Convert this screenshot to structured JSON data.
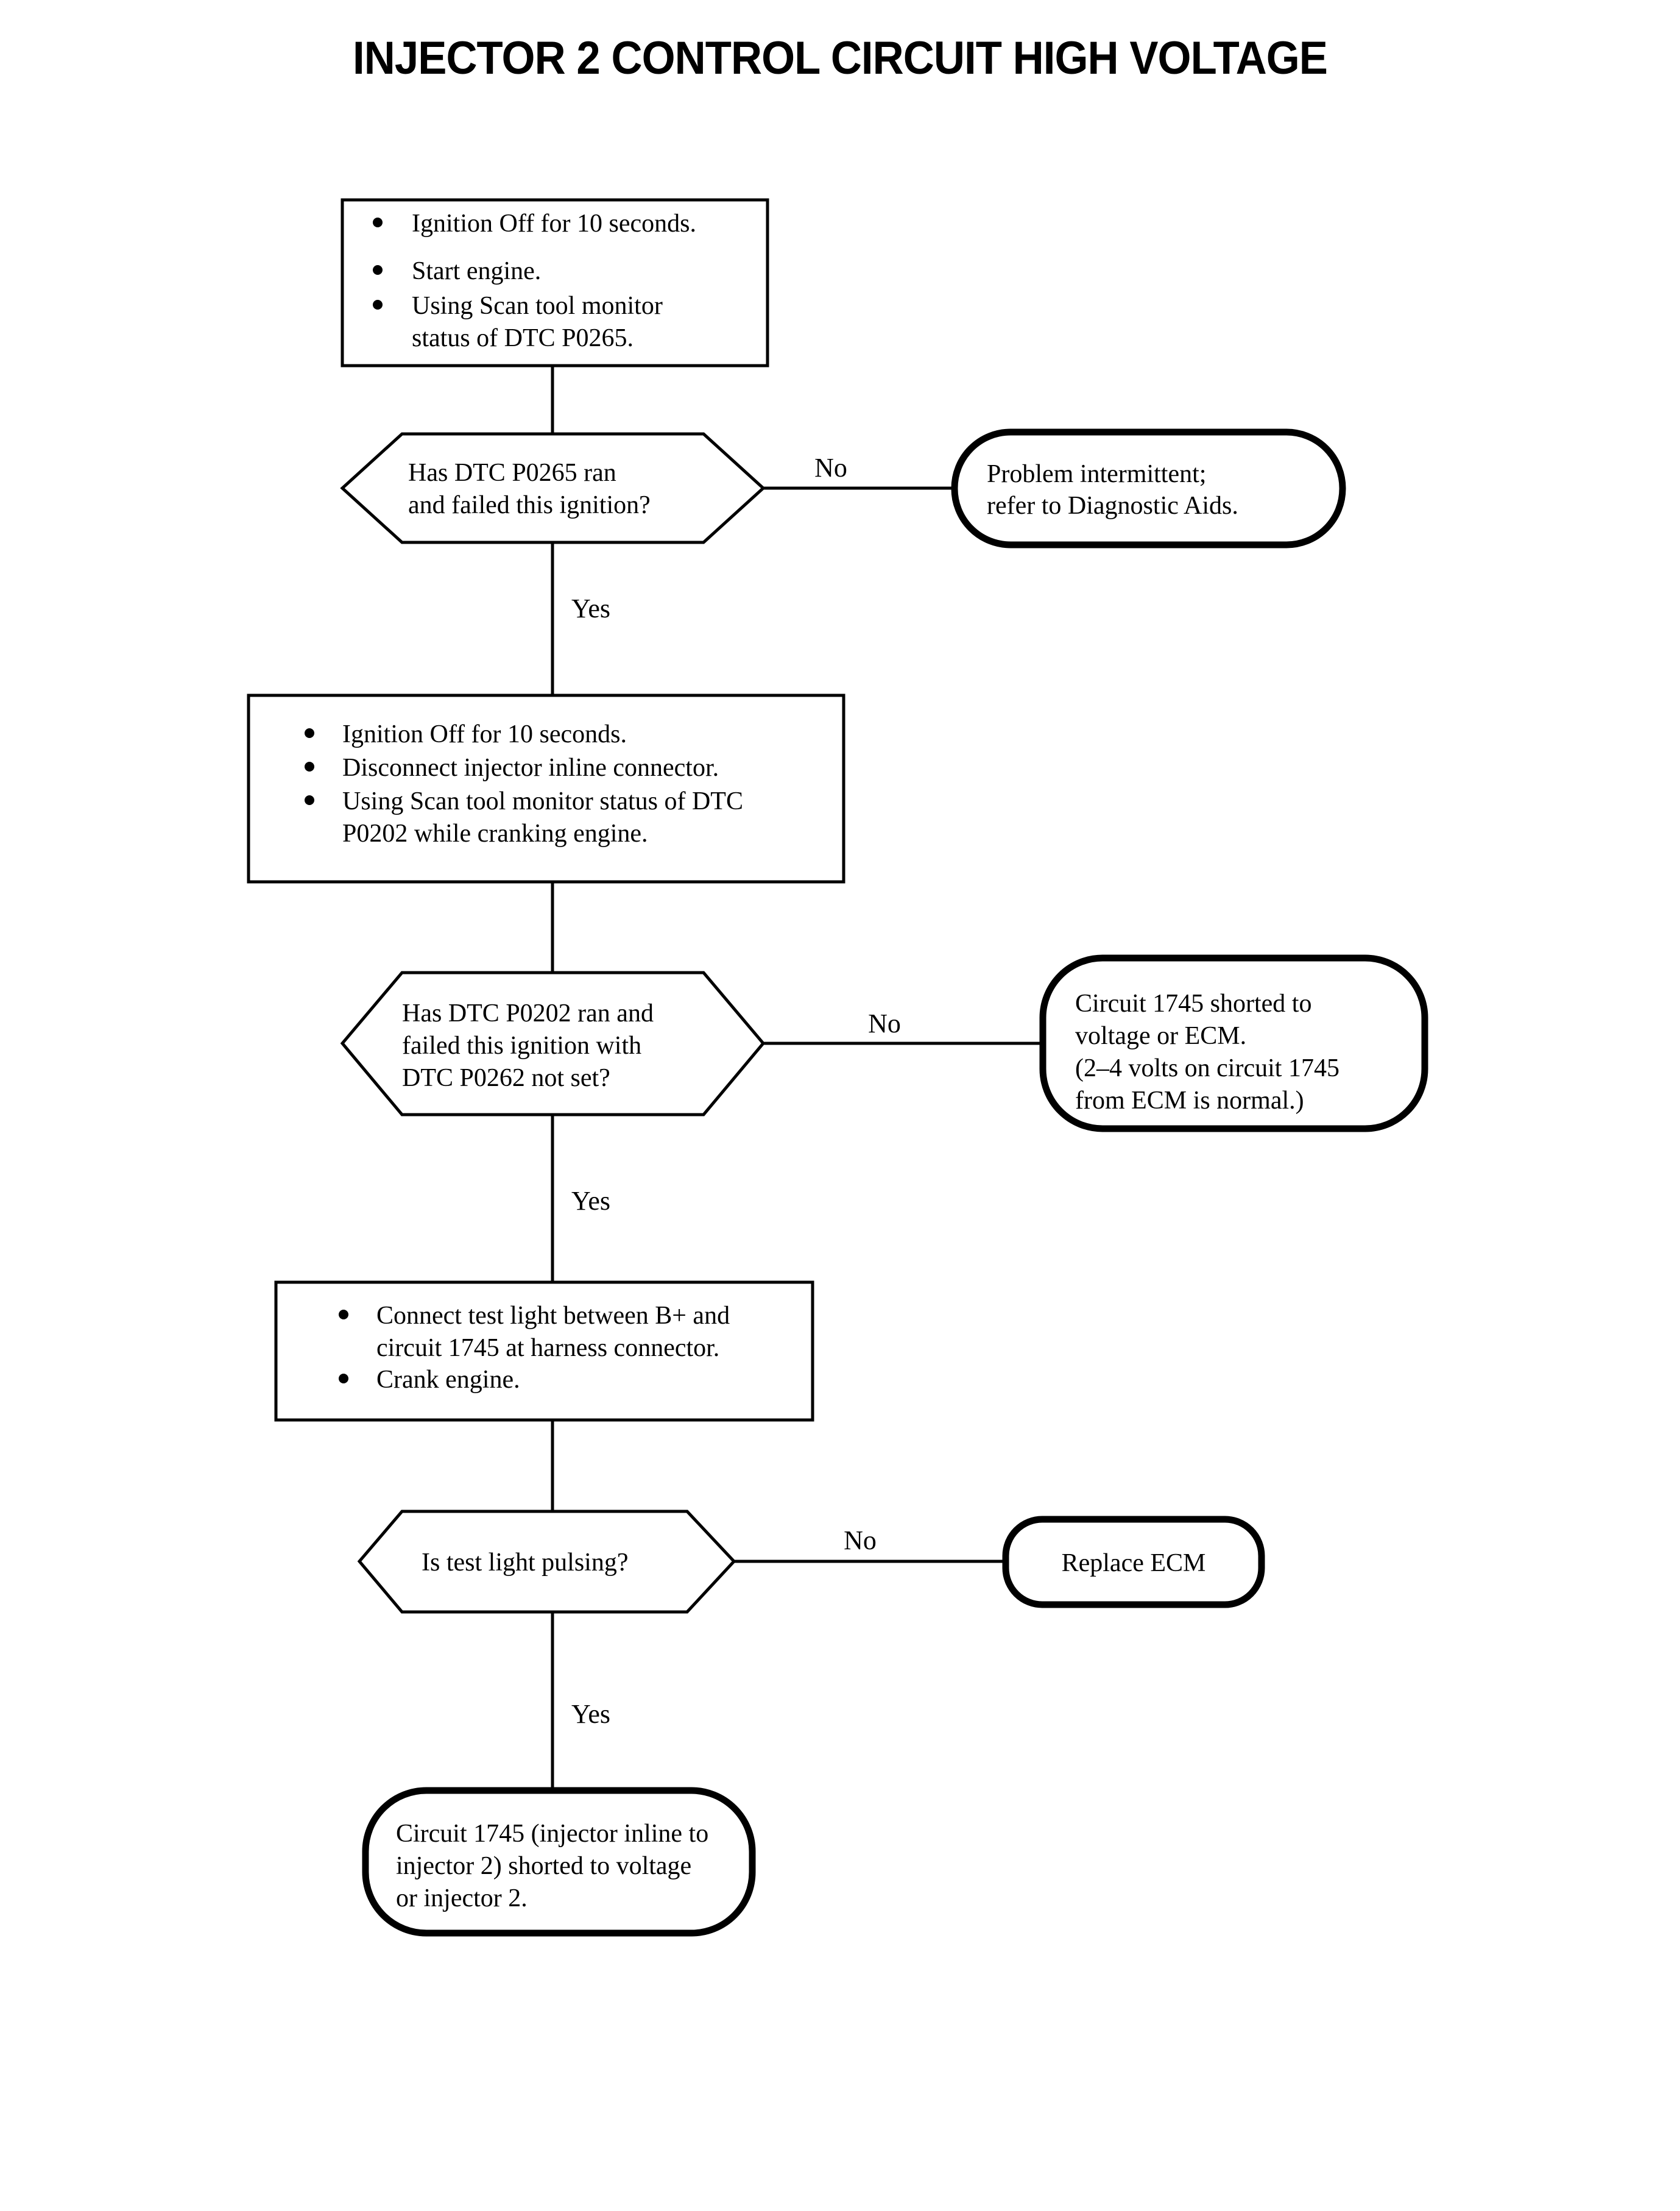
{
  "document": {
    "title": "INJECTOR 2 CONTROL CIRCUIT HIGH VOLTAGE",
    "type": "diagnostic-flowchart",
    "page_background": "#ffffff",
    "ink_color": "#000000"
  },
  "nodes": {
    "step1": {
      "kind": "process",
      "bullets": [
        "Ignition Off for 10 seconds.",
        "Start engine.",
        "Using Scan tool monitor",
        "status of DTC P0265."
      ]
    },
    "decision1": {
      "kind": "decision",
      "lines": [
        "Has DTC P0265 ran",
        "and failed this ignition?"
      ],
      "yes_label": "Yes",
      "no_label": "No"
    },
    "result1": {
      "kind": "terminator",
      "lines": [
        "Problem intermittent;",
        "refer to Diagnostic Aids."
      ]
    },
    "step2": {
      "kind": "process",
      "bullets": [
        "Ignition Off for 10 seconds.",
        "Disconnect injector inline connector.",
        "Using Scan tool monitor status of DTC",
        "P0202 while cranking engine."
      ]
    },
    "decision2": {
      "kind": "decision",
      "lines": [
        "Has DTC P0202 ran and",
        "failed this ignition with",
        "DTC P0262 not set?"
      ],
      "yes_label": "Yes",
      "no_label": "No"
    },
    "result2": {
      "kind": "terminator",
      "lines": [
        "Circuit 1745 shorted to",
        "voltage or ECM.",
        "(2–4 volts on circuit 1745",
        "from ECM is normal.)"
      ]
    },
    "step3": {
      "kind": "process",
      "bullets": [
        "Connect test light between B+ and",
        "circuit 1745 at harness connector.",
        "Crank engine."
      ]
    },
    "decision3": {
      "kind": "decision",
      "lines": [
        "Is test light pulsing?"
      ],
      "yes_label": "Yes",
      "no_label": "No"
    },
    "result3": {
      "kind": "terminator",
      "lines": [
        "Replace ECM"
      ]
    },
    "result4": {
      "kind": "terminator",
      "lines": [
        "Circuit 1745 (injector inline to",
        "injector 2) shorted to voltage",
        "or injector 2."
      ]
    }
  }
}
